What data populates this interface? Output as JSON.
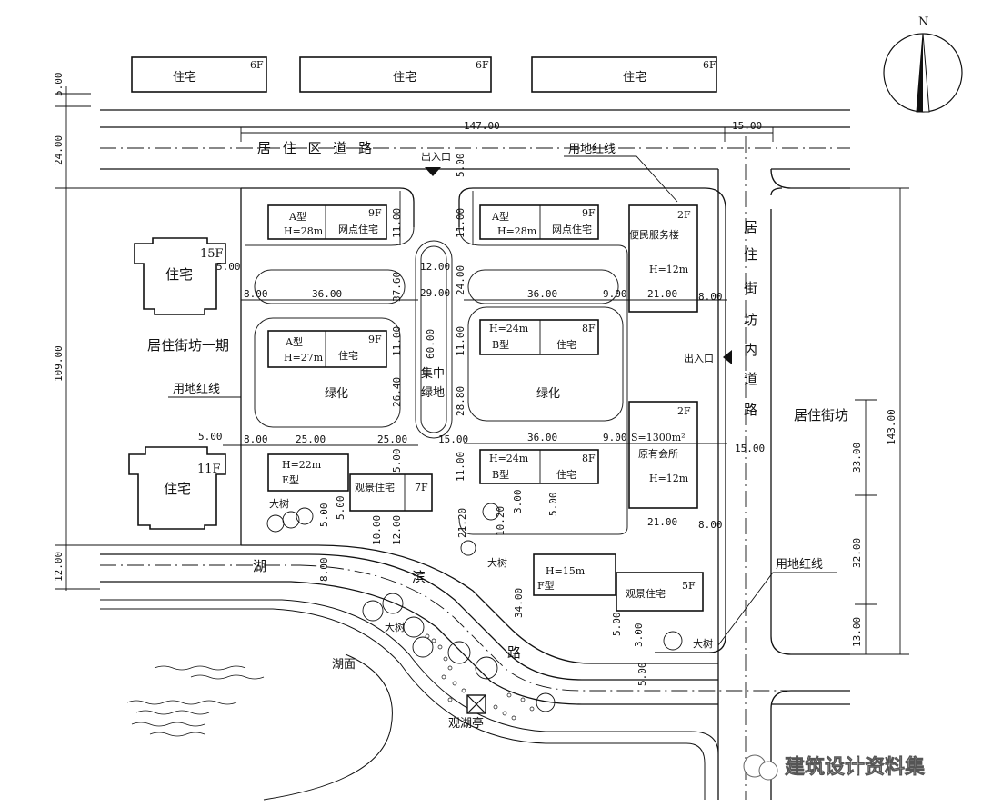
{
  "top_residences": [
    {
      "name": "住宅",
      "floors": "6F"
    },
    {
      "name": "住宅",
      "floors": "6F"
    },
    {
      "name": "住宅",
      "floors": "6F"
    }
  ],
  "road_top": "居 住 区 道 路",
  "road_right": [
    "居",
    "住",
    "街",
    "坊",
    "内",
    "道",
    "路"
  ],
  "lake_road": [
    "湖",
    "滨",
    "路"
  ],
  "entrance_top": "出入口",
  "entrance_right": "出入口",
  "redline_labels": [
    "用地红线",
    "用地红线",
    "用地红线"
  ],
  "left_towers": [
    {
      "name": "住宅",
      "floors": "15F"
    },
    {
      "name": "住宅",
      "floors": "11F"
    }
  ],
  "district_left": "居住街坊一期",
  "district_right": "居住街坊",
  "buildings": {
    "a1": {
      "type": "A型",
      "h": "H=28m",
      "floors": "9F",
      "use": "网点住宅"
    },
    "a2": {
      "type": "A型",
      "h": "H=28m",
      "floors": "9F",
      "use": "网点住宅"
    },
    "a3": {
      "type": "A型",
      "h": "H=27m",
      "floors": "9F",
      "use": "住宅"
    },
    "b1": {
      "type": "B型",
      "h": "H=24m",
      "floors": "8F",
      "use": "住宅"
    },
    "b2": {
      "type": "B型",
      "h": "H=24m",
      "floors": "8F",
      "use": "住宅"
    },
    "e": {
      "type": "E型",
      "h": "H=22m"
    },
    "view1": {
      "use": "观景住宅",
      "floors": "7F"
    },
    "f": {
      "type": "F型",
      "h": "H=15m"
    },
    "view2": {
      "use": "观景住宅",
      "floors": "5F"
    },
    "service": {
      "name": "便民服务楼",
      "floors": "2F",
      "h": "H=12m"
    },
    "club": {
      "area": "S=1300m²",
      "name": "原有会所",
      "floors": "2F",
      "h": "H=12m"
    }
  },
  "greens": [
    "绿化",
    "绿化"
  ],
  "central_green": [
    "集中",
    "绿地"
  ],
  "trees": [
    "大树",
    "大树",
    "大树",
    "大树"
  ],
  "lake_surface": "湖面",
  "pavilion": "观湖亭",
  "north": "N",
  "watermark": "建筑设计资料集",
  "dims": {
    "d5top": "5.00",
    "d24": "24.00",
    "d109": "109.00",
    "d12": "12.00",
    "d147": "147.00",
    "d15top": "15.00",
    "d143": "143.00",
    "d33": "33.00",
    "d32": "32.00",
    "d13": "13.00",
    "d5ent": "5.00",
    "d11a": "11.00",
    "d11b": "11.00",
    "d11c": "11.00",
    "d11d": "11.00",
    "d11e": "11.00",
    "d5t": "5.00",
    "d8a": "8.00",
    "d36a": "36.00",
    "d37": "37.60",
    "d12c": "12.00",
    "d24c": "24.00",
    "d29": "29.00",
    "d36b": "36.00",
    "d9a": "9.00",
    "d21a": "21.00",
    "d8b": "8.00",
    "d60": "60.00",
    "d264": "26.40",
    "d288": "28.80",
    "d5l": "5.00",
    "d8c": "8.00",
    "d25a": "25.00",
    "d25b": "25.00",
    "d15c": "15.00",
    "d36c": "36.00",
    "d9b": "9.00",
    "d15r": "15.00",
    "d5e1": "5.00",
    "d5e2": "5.00",
    "d5e3": "5.00",
    "d1000": "10.00",
    "d1200": "12.00",
    "d8d": "8.00",
    "d2120": "21.20",
    "d1020": "10.20",
    "d300": "3.00",
    "d500": "5.00",
    "d21b": "21.00",
    "d8e": "8.00",
    "d34": "34.00",
    "d5f": "5.00",
    "d3f": "3.00",
    "d5g": "5.00"
  }
}
